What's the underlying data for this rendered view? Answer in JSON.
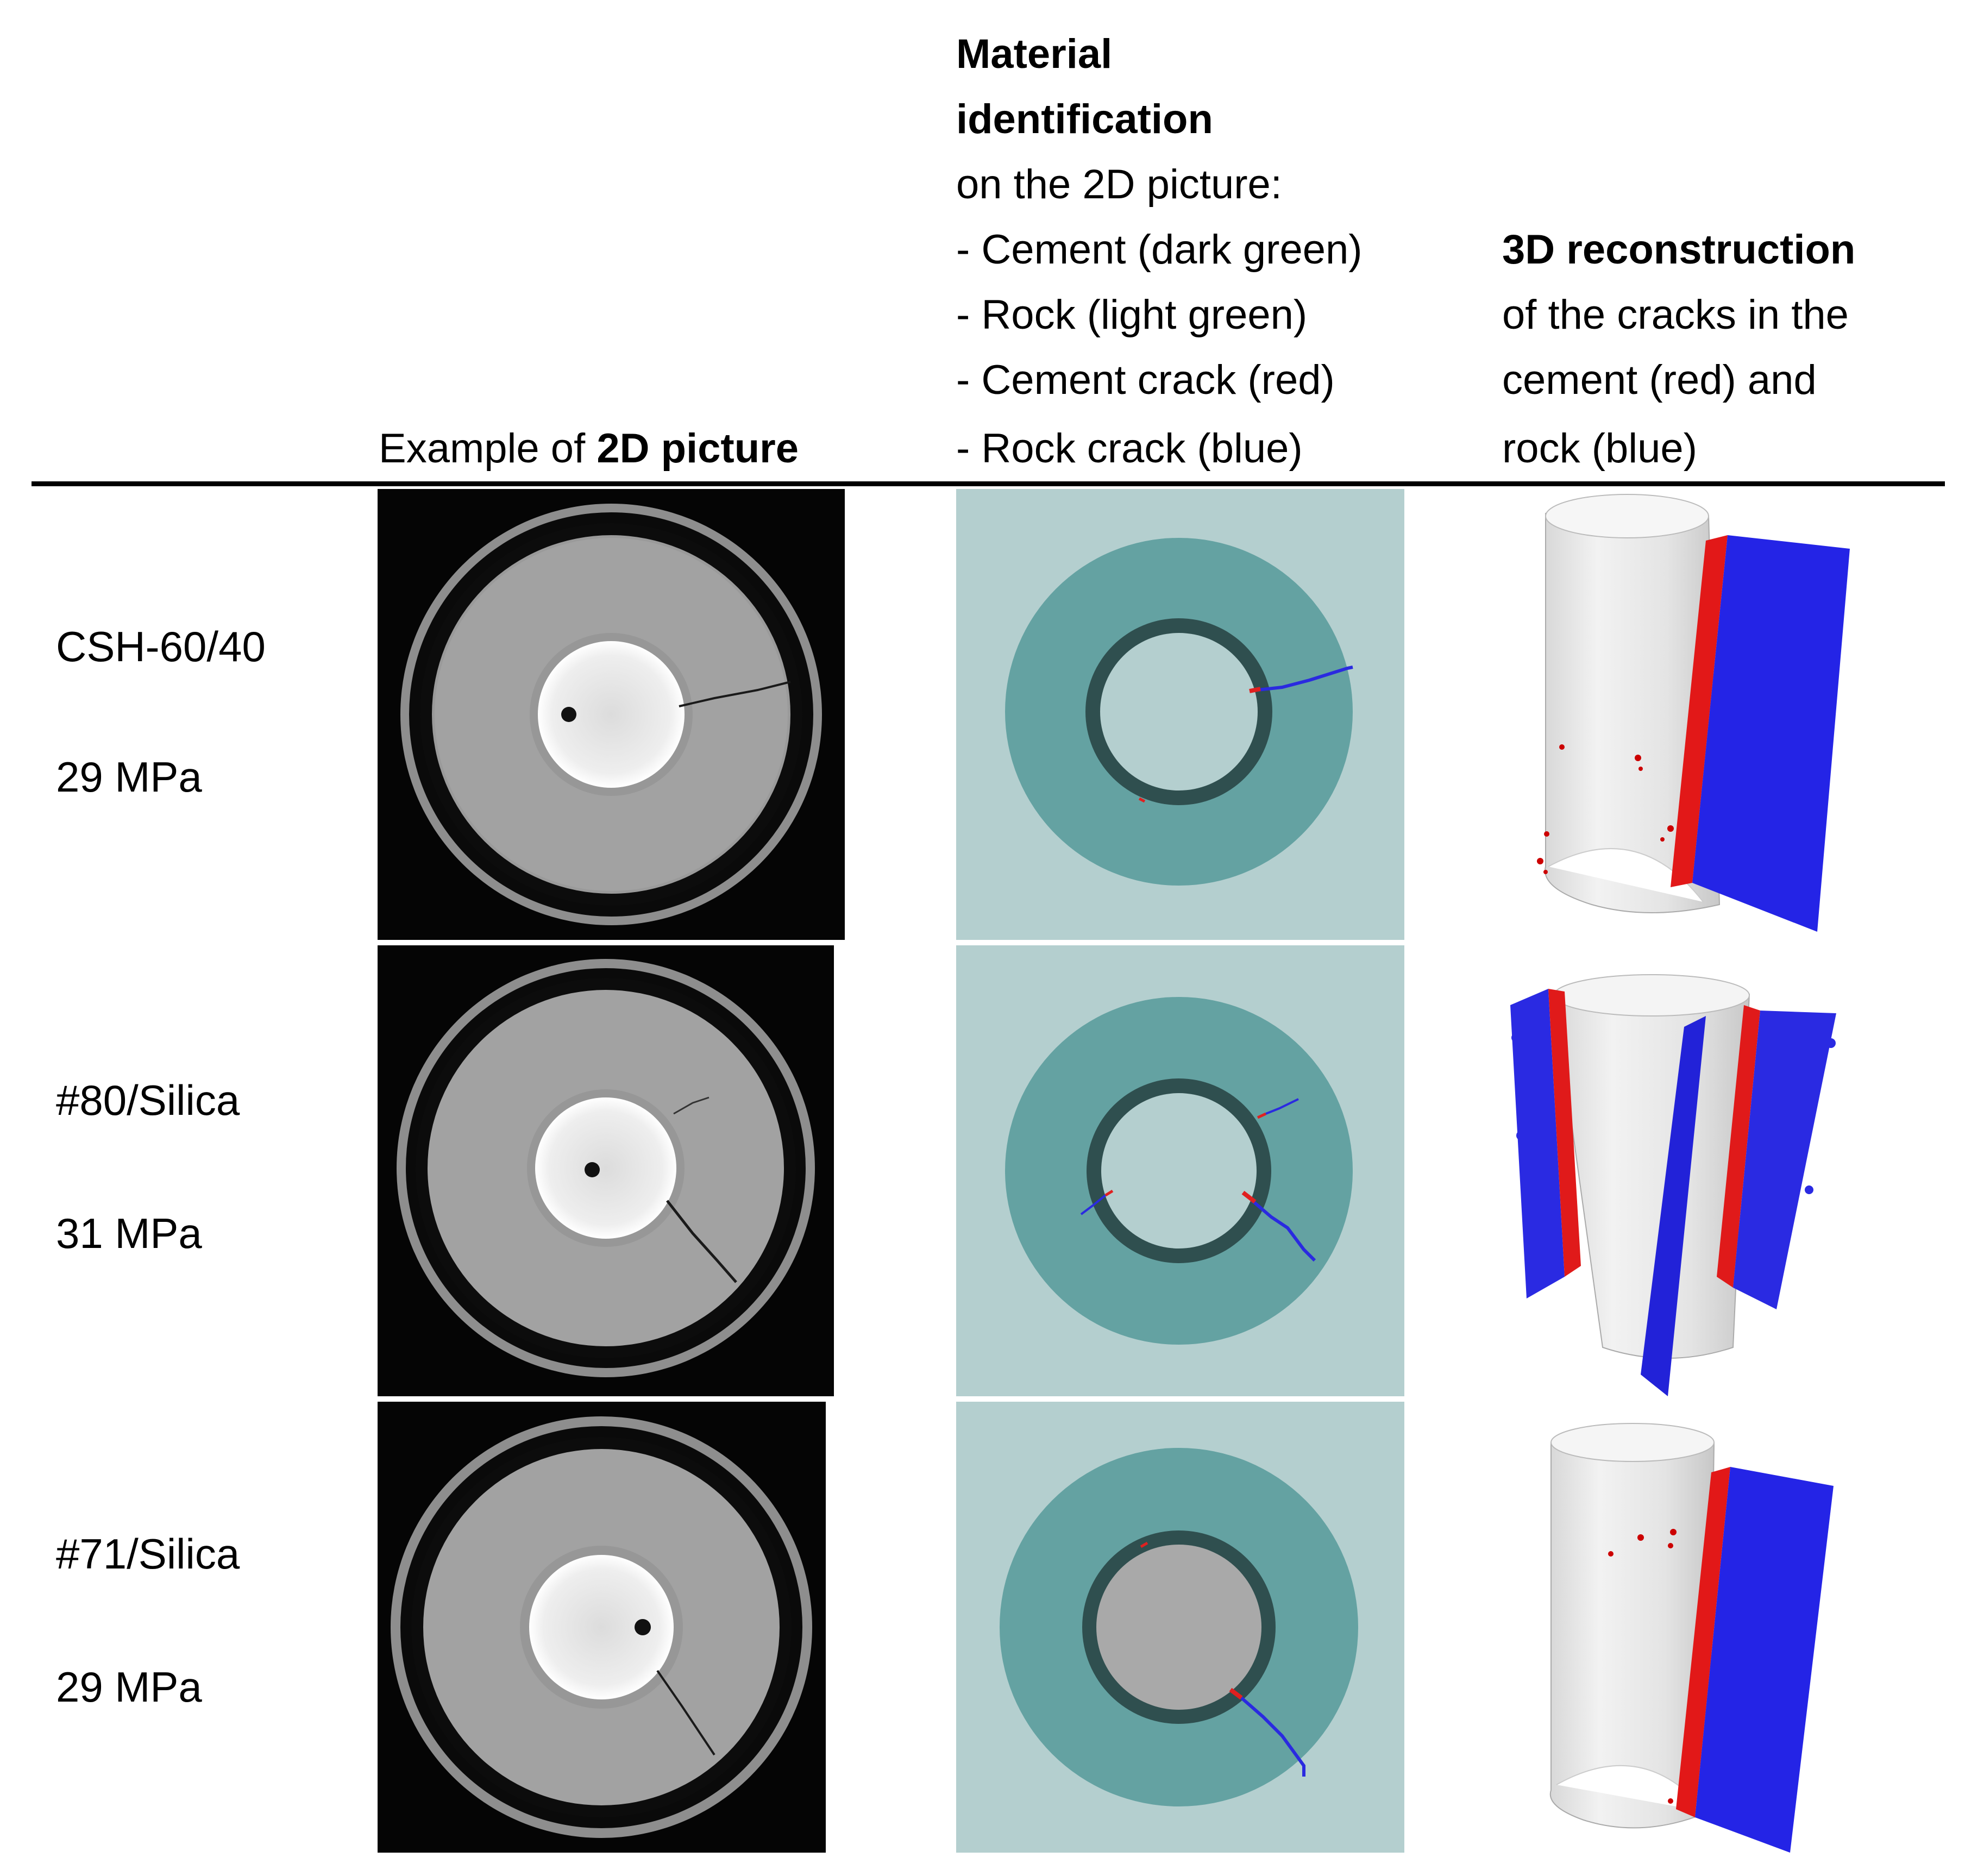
{
  "header": {
    "col1_prefix": "Example of ",
    "col1_bold": "2D picture",
    "col2_title_line1": "Material",
    "col2_title_line2": "identification",
    "col2_line3": "on the 2D picture:",
    "col2_items": [
      "- Cement (dark green)",
      "- Rock (light green)",
      "- Cement crack (red)",
      "- Rock crack (blue)"
    ],
    "col3_title": "3D reconstruction",
    "col3_lines": [
      "of the cracks in the",
      "cement (red) and",
      "rock (blue)"
    ]
  },
  "rows": [
    {
      "name": "CSH-60/40",
      "pressure": "29 MPa"
    },
    {
      "name": "#80/Silica",
      "pressure": "31 MPa"
    },
    {
      "name": "#71/Silica",
      "pressure": "29 MPa"
    }
  ],
  "colors": {
    "cement_dark_green": "#2f4f4f",
    "rock_light_green": "#64a2a2",
    "background_light": "#b4cfcf",
    "cement_crack_red": "#e02020",
    "rock_crack_blue": "#2a2ae0"
  }
}
